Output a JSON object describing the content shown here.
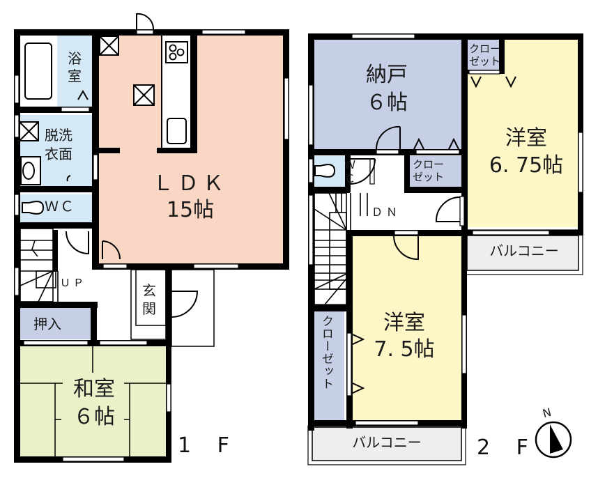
{
  "colors": {
    "wall": "#000000",
    "ldk": "#f9d7c4",
    "wet_area": "#d4e8f6",
    "storage": "#c6cfe6",
    "washitsu": "#e9f1c9",
    "youshitsu": "#fdf6c6",
    "balcony": "#eeeeee",
    "hall": "#ffffff"
  },
  "floor1": {
    "label": "1 F",
    "rooms": {
      "bath": "浴室",
      "washroom": "脱洗\n衣面",
      "washroom_line1": "脱洗",
      "washroom_line2": "衣面",
      "wc": "ＷＣ",
      "ldk_name": "ＬＤＫ",
      "ldk_size": "15帖",
      "stairs_up": "ＵＰ",
      "entrance": "玄関",
      "oshiire": "押入",
      "washitsu_name": "和室",
      "washitsu_size": "６帖"
    }
  },
  "floor2": {
    "label": "2 F",
    "rooms": {
      "nando_name": "納戸",
      "nando_size": "６帖",
      "closet_top_line1": "クロー",
      "closet_top_line2": "ゼット",
      "closet_mid_line1": "クロー",
      "closet_mid_line2": "ゼット",
      "closet_vertical": "クローゼット",
      "youshitsu1_name": "洋室",
      "youshitsu1_size": "6. 75帖",
      "youshitsu2_name": "洋室",
      "youshitsu2_size": "7. 5帖",
      "wc_line1": "Ｗ",
      "wc_line2": "Ｃ",
      "stairs_down": "ＤＮ",
      "balcony_right": "バルコニー",
      "balcony_bottom": "バルコニー"
    }
  },
  "compass": {
    "north_label": "N"
  }
}
